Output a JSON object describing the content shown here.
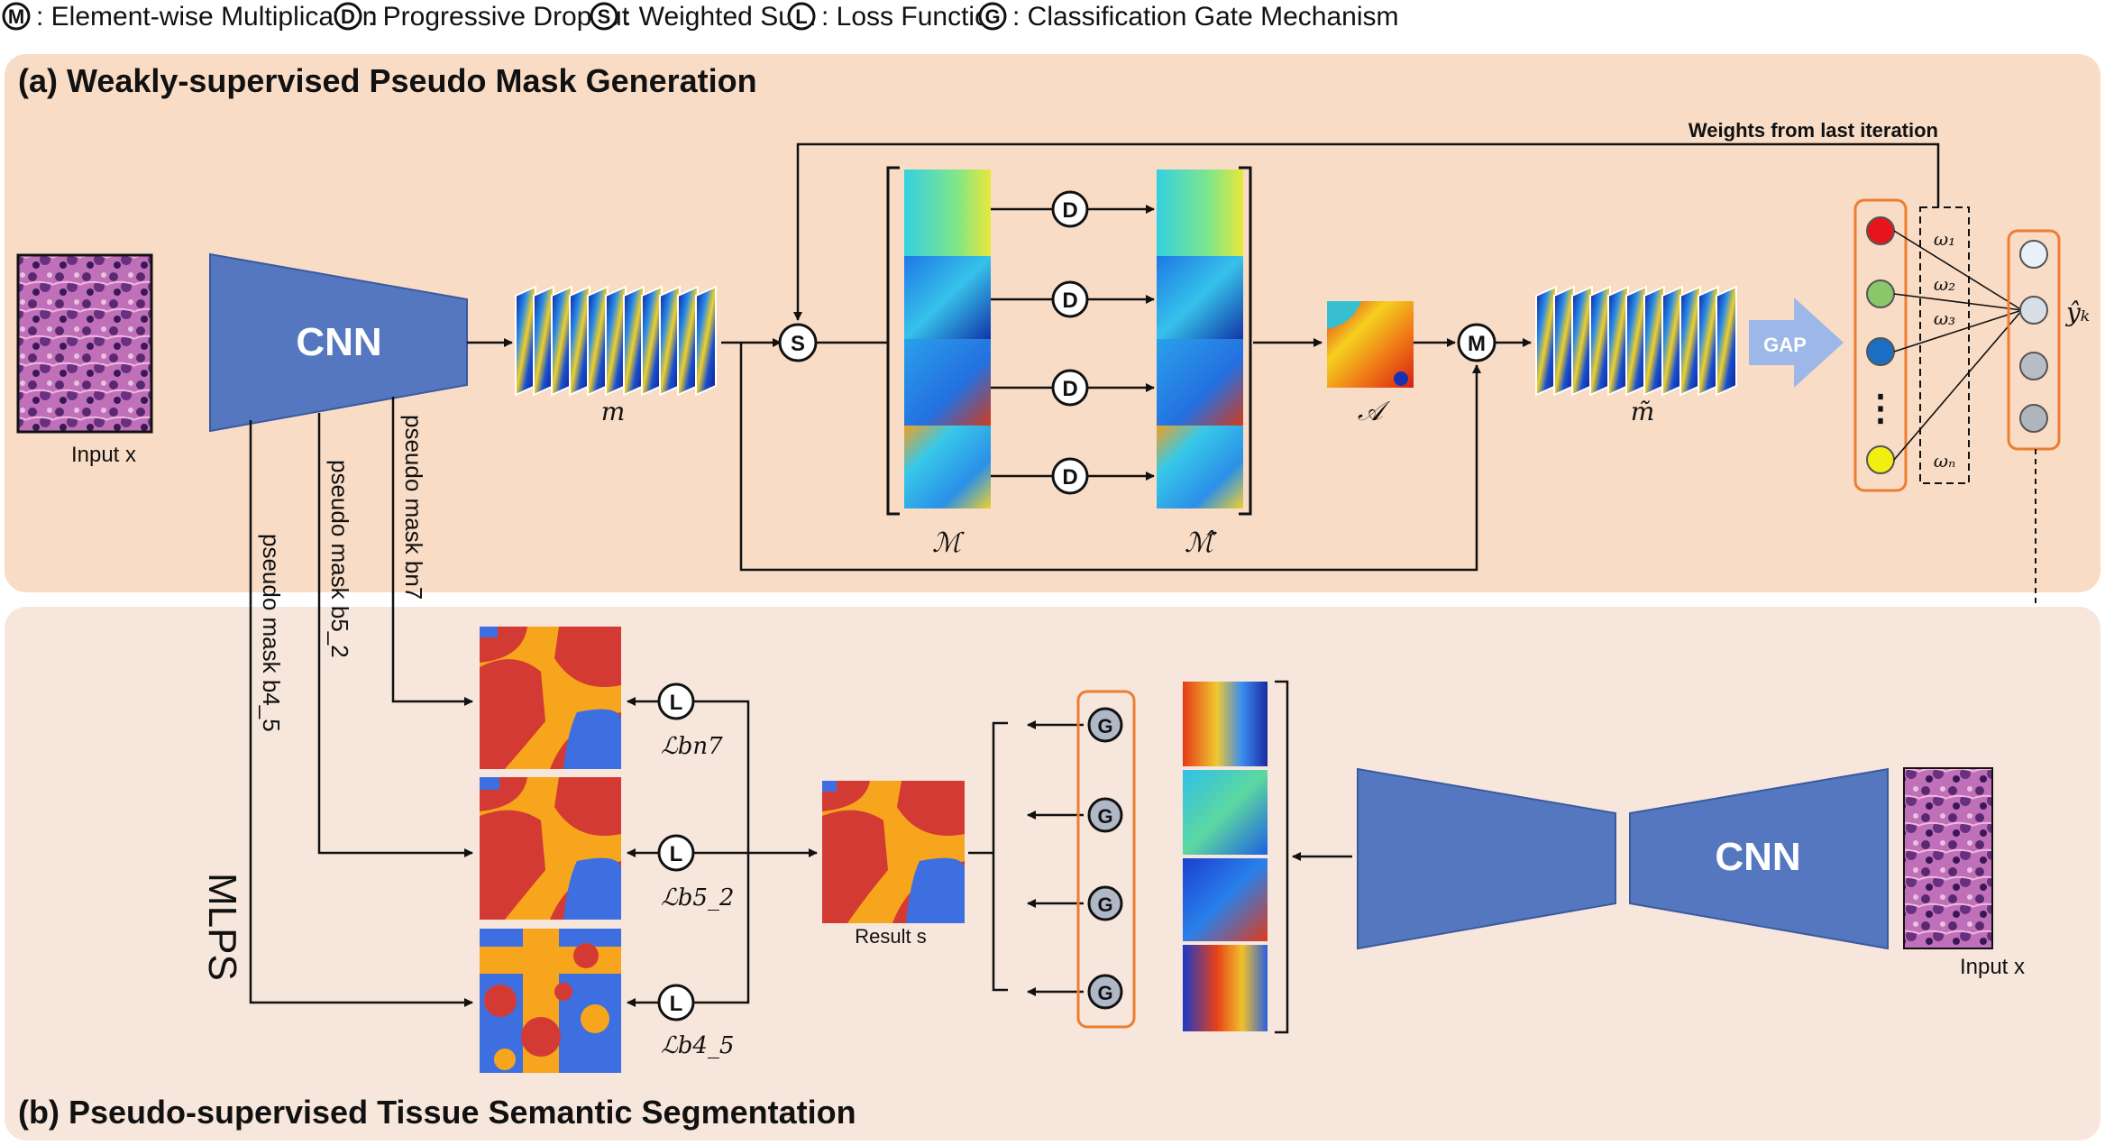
{
  "legend": [
    {
      "symbol": "M",
      "text": ": Element-wise Multiplication"
    },
    {
      "symbol": "D",
      "text": ": Progressive Dropout"
    },
    {
      "symbol": "S",
      "text": ": Weighted Sum"
    },
    {
      "symbol": "L",
      "text": ": Loss Function"
    },
    {
      "symbol": "G",
      "text": ": Classification Gate Mechanism"
    }
  ],
  "section_a": {
    "title": "(a) Weakly-supervised Pseudo Mask Generation",
    "feedback_label": "Weights from last iteration",
    "input_label": "Input x",
    "cnn_label": "CNN",
    "m_label": "m",
    "M_label": "ℳ",
    "M_hat_label": "ℳ̂",
    "A_label": "𝒜",
    "m_tilde_label": "m̃",
    "gap_label": "GAP",
    "weights": [
      "ω₁",
      "ω₂",
      "ω₃",
      "ωₙ"
    ],
    "output_label": "ŷₖ",
    "node_colors": [
      "#e8141c",
      "#8cc66a",
      "#1a6fc4",
      "#f2ee10"
    ],
    "ellipsis": "⋮"
  },
  "section_b": {
    "title": "(b) Pseudo-supervised Tissue Semantic Segmentation",
    "pseudo_mask_labels": [
      "pseudo mask b4_5",
      "pseudo mask b5_2",
      "pseudo mask bn7"
    ],
    "mlps_label": "MLPS",
    "loss_labels": [
      "ℒbn7",
      "ℒb5_2",
      "ℒb4_5"
    ],
    "result_label": "Result s",
    "cnn_label": "CNN",
    "input_label": "Input x"
  },
  "colors": {
    "panel_a": "#f8dcc6",
    "panel_b": "#f7e6dc",
    "cnn_blue": "#5577c0",
    "gap_blue": "#9db8e8",
    "orange_border": "#ed7d31",
    "seg_red": "#d43a34",
    "seg_orange": "#f7a51c",
    "seg_blue": "#3e6fe0"
  }
}
